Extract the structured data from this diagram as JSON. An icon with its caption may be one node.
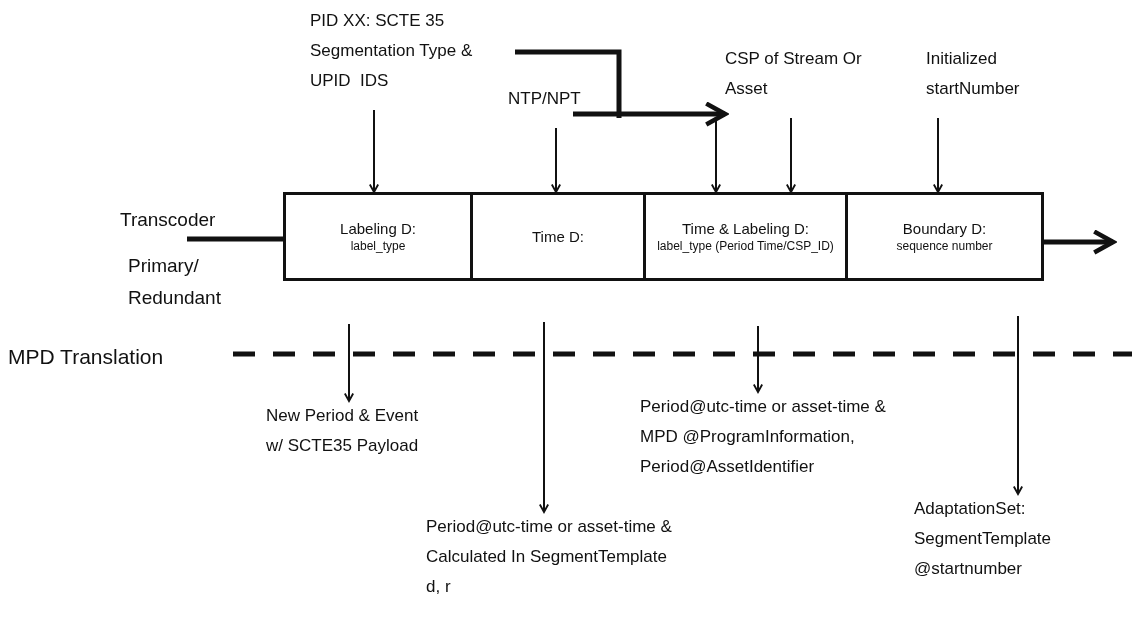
{
  "diagram": {
    "nodes": [
      {
        "text": [
          "PID XX: SCTE 35 Segmentation Type & UPID  IDS"
        ]
      },
      {
        "text": [
          "NTP/NPT"
        ]
      },
      {
        "text": [
          "CSP of Stream Or Asset"
        ]
      },
      {
        "text": [
          "Initialized startNumber"
        ]
      },
      {
        "text": [
          "Labeling D:",
          "label_type"
        ]
      },
      {
        "text": [
          "Time D:"
        ]
      },
      {
        "text": [
          "Time & Labeling D:",
          "label_type (Period Time/CSP_ID)"
        ]
      },
      {
        "text": [
          "Boundary D:",
          "sequence number"
        ]
      },
      {
        "text": [
          "New Period & Event w/ SCTE35 Payload"
        ]
      },
      {
        "text": [
          "Period@utc-time or asset-time & Calculated In SegmentTemplate d, r"
        ]
      },
      {
        "text": [
          "Period@utc-time or asset-time & MPD @ProgramInformation, Period@AssetIdentifier"
        ]
      },
      {
        "text": [
          "AdaptationSet: SegmentTemplate @startnumber"
        ]
      }
    ],
    "edges": [
      {
        "from": 0,
        "to": 4,
        "arrow": "to"
      },
      {
        "from": 1,
        "to": 5,
        "arrow": "to"
      },
      {
        "from": 1,
        "to": 2,
        "arrow": "to",
        "style": "thick"
      },
      {
        "from": 2,
        "to": 6,
        "arrow": "to"
      },
      {
        "from": 3,
        "to": 7,
        "arrow": "to"
      },
      {
        "from": null,
        "to": 4,
        "arrow": "none",
        "style": "thick"
      },
      {
        "from": 7,
        "to": null,
        "arrow": "to",
        "style": "thick"
      },
      {
        "from": null,
        "to": 8,
        "arrow": "to"
      },
      {
        "from": null,
        "to": 9,
        "arrow": "to"
      },
      {
        "from": null,
        "to": 10,
        "arrow": "to"
      },
      {
        "from": null,
        "to": 11,
        "arrow": "to"
      },
      {
        "from": null,
        "to": 6,
        "arrow": "to"
      }
    ],
    "labels": [
      "Transcoder",
      "Primary/ Redundant",
      "MPD Translation"
    ]
  }
}
